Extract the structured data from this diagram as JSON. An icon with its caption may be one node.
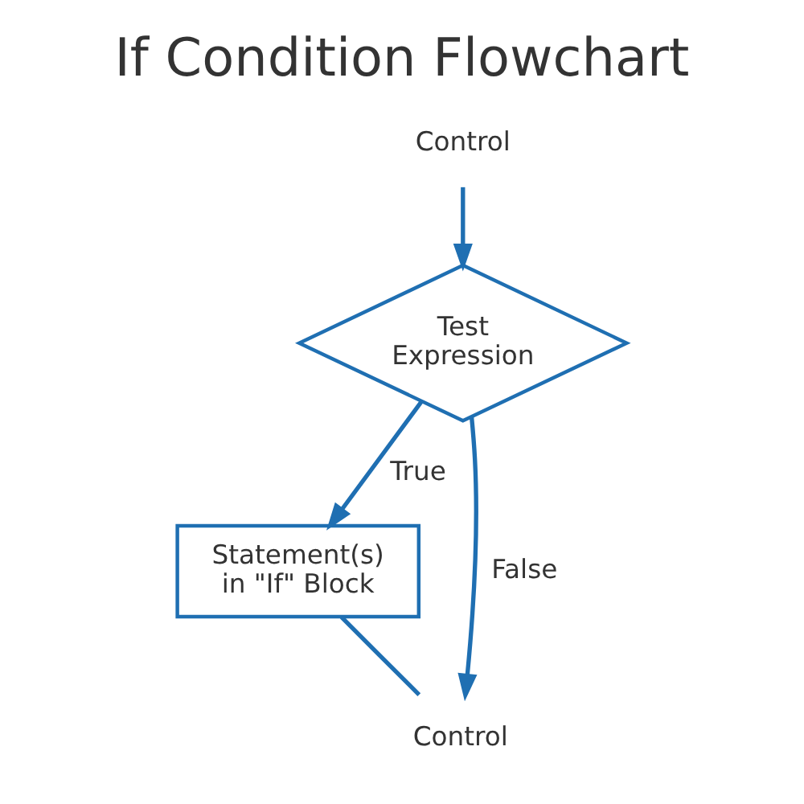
{
  "diagram": {
    "title": "If Condition Flowchart",
    "nodes": [
      {
        "text": [
          "Control"
        ]
      },
      {
        "text": [
          "Test Expression"
        ]
      },
      {
        "text": [
          "Statement(s) in \"If\" Block"
        ]
      },
      {
        "text": [
          "Control"
        ]
      }
    ],
    "edges": [
      {
        "from": 0,
        "to": 1,
        "arrow": "to"
      },
      {
        "from": 1,
        "to": 2,
        "arrow": "to",
        "label": "True"
      },
      {
        "from": 1,
        "to": 3,
        "arrow": "to",
        "label": "False"
      },
      {
        "from": 2,
        "to": 3,
        "arrow": "none"
      }
    ]
  }
}
